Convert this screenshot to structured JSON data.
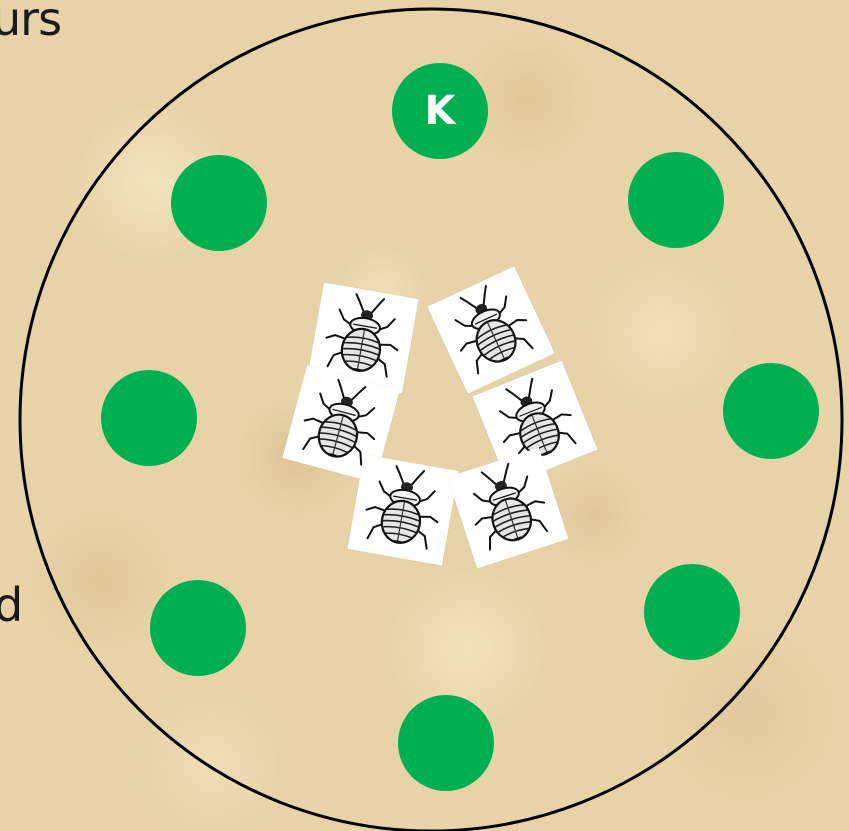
{
  "side_text": {
    "top": "urs",
    "bottom": "d"
  },
  "colors": {
    "background": "#e8d3a8",
    "seat": "#00b050",
    "seat_text": "#ffffff",
    "circle_outline": "#000000",
    "card": "#ffffff"
  },
  "seats": [
    {
      "label": "K"
    },
    {
      "label": ""
    },
    {
      "label": ""
    },
    {
      "label": ""
    },
    {
      "label": ""
    },
    {
      "label": ""
    },
    {
      "label": ""
    },
    {
      "label": ""
    }
  ],
  "cards": [
    {
      "icon": "bedbug-icon"
    },
    {
      "icon": "bedbug-icon"
    },
    {
      "icon": "bedbug-icon"
    },
    {
      "icon": "bedbug-icon"
    },
    {
      "icon": "bedbug-icon"
    },
    {
      "icon": "bedbug-icon"
    }
  ]
}
